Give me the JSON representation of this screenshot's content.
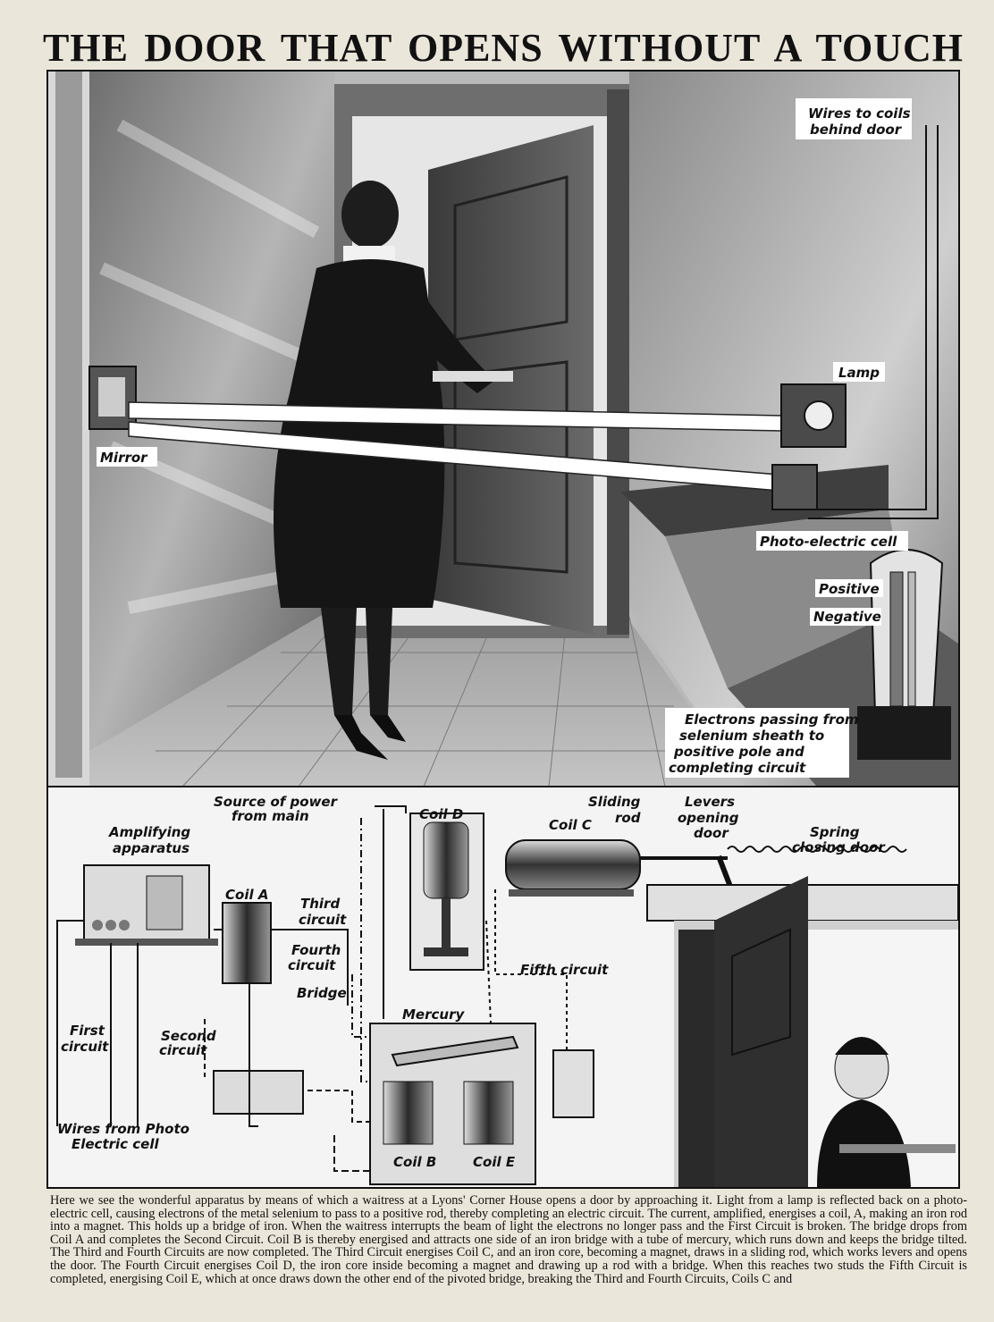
{
  "title": "THE DOOR THAT OPENS WITHOUT A TOUCH",
  "labels": {
    "wires_to_coils": [
      "Wires to coils",
      "behind door"
    ],
    "lamp": "Lamp",
    "mirror": "Mirror",
    "photo_cell": "Photo-electric cell",
    "positive": "Positive",
    "negative": "Negative",
    "electrons": [
      "Electrons passing from",
      "selenium sheath to",
      "positive pole and",
      "completing circuit"
    ],
    "source_of_power": [
      "Source of power",
      "from main"
    ],
    "coil_d": "Coil D",
    "coil_c": "Coil C",
    "sliding_rod": [
      "Sliding",
      "rod"
    ],
    "levers": [
      "Levers",
      "opening",
      "door"
    ],
    "spring": [
      "Spring",
      "closing door"
    ],
    "amplifying": [
      "Amplifying",
      "apparatus"
    ],
    "coil_a": "Coil A",
    "third_circuit": [
      "Third",
      "circuit"
    ],
    "fourth_circuit": [
      "Fourth",
      "circuit"
    ],
    "fifth_circuit": "Fifth circuit",
    "bridge": "Bridge",
    "mercury": "Mercury",
    "first_circuit": [
      "First",
      "circuit"
    ],
    "second_circuit": [
      "Second",
      "circuit"
    ],
    "wires_from_photo": [
      "Wires from Photo",
      "Electric cell"
    ],
    "coil_b": "Coil B",
    "coil_e": "Coil E"
  },
  "caption": "Here we see the wonderful apparatus by means of which a waitress at a Lyons' Corner House opens a door by approaching it. Light from a lamp is reflected back on a photo-electric cell, causing electrons of the metal selenium to pass to a positive rod, thereby completing an electric circuit. The current, amplified, energises a coil, A, making an iron rod into a magnet. This holds up a bridge of iron. When the waitress interrupts the beam of light the electrons no longer pass and the First Circuit is broken. The bridge drops from Coil A and completes the Second Circuit. Coil B is thereby energised and attracts one side of an iron bridge with a tube of mercury, which runs down and keeps the bridge tilted. The Third and Fourth Circuits are now completed. The Third Circuit energises Coil C, and an iron core, becoming a magnet, draws in a sliding rod, which works levers and opens the door. The Fourth Circuit energises Coil D, the iron core inside becoming a magnet and drawing up a rod with a bridge. When this reaches two studs the Fifth Circuit is completed, energising Coil E, which at once draws down the other end of the pivoted bridge, breaking the Third and Fourth Circuits, Coils C and"
}
